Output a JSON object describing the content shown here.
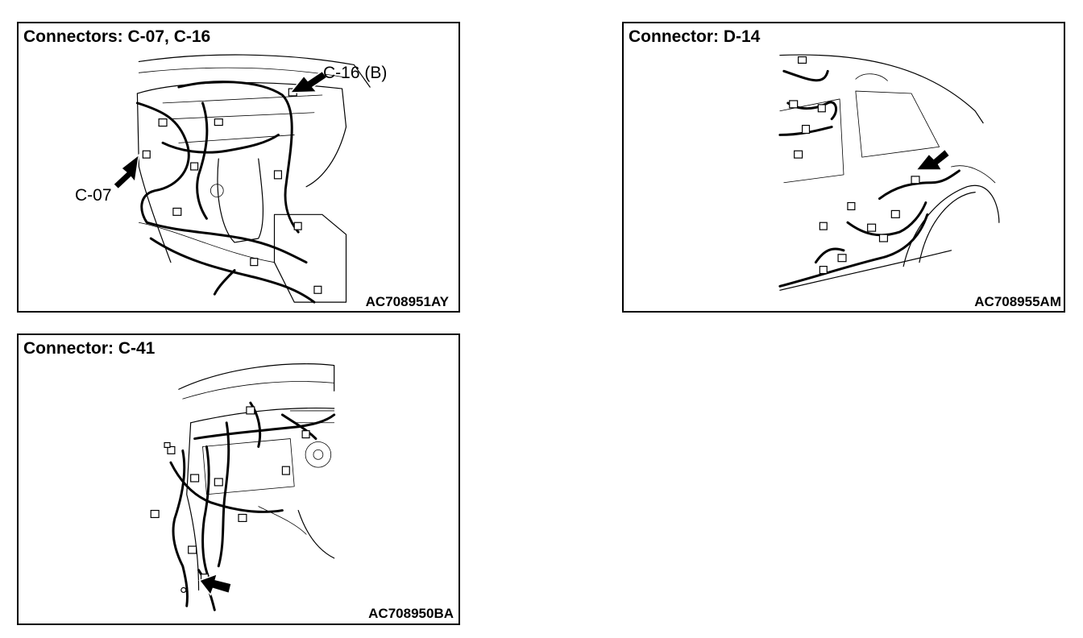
{
  "panels": {
    "c07": {
      "title": "Connectors: C-07, C-16",
      "code": "AC708951AY",
      "callouts": {
        "c16": "C-16 (B)",
        "c07": "C-07"
      }
    },
    "d14": {
      "title": "Connector: D-14",
      "code": "AC708955AM"
    },
    "c41": {
      "title": "Connector: C-41",
      "code": "AC708950BA"
    }
  },
  "icons": {
    "pointer": "arrow-pointer-icon"
  }
}
